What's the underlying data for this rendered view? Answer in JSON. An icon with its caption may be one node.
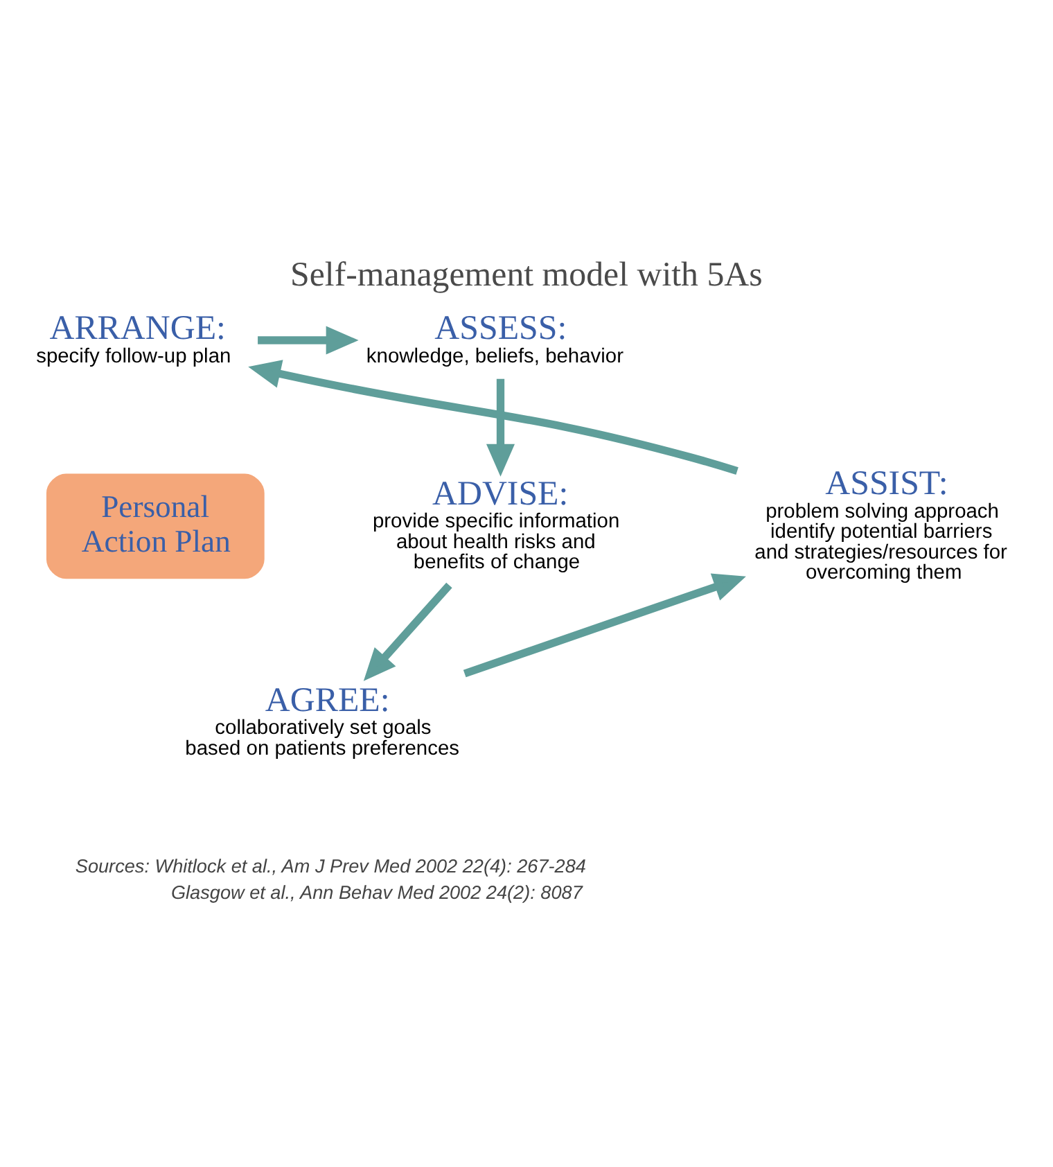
{
  "diagram": {
    "title": "Self-management model with 5As",
    "nodes": [
      {
        "text": [
          "Personal Action Plan"
        ]
      },
      {
        "text": [
          "ARRANGE:",
          "specify follow-up plan"
        ]
      },
      {
        "text": [
          "ASSESS:",
          "knowledge, beliefs, behavior"
        ]
      },
      {
        "text": [
          "ADVISE:",
          "provide specific information about health risks and benefits of change"
        ]
      },
      {
        "text": [
          "AGREE:",
          "collaboratively set goals based on patients preferences"
        ]
      },
      {
        "text": [
          "ASSIST:",
          "problem solving approach identify potential barriers and strategies/resources for overcoming them"
        ]
      }
    ],
    "edges": [
      {
        "from": 1,
        "to": 2,
        "arrow": "to"
      },
      {
        "from": 2,
        "to": 3,
        "arrow": "to"
      },
      {
        "from": 3,
        "to": 4,
        "arrow": "to"
      },
      {
        "from": 4,
        "to": 5,
        "arrow": "to"
      },
      {
        "from": 5,
        "to": 1,
        "arrow": "to"
      }
    ],
    "labels": [
      "Sources: Whitlock et al., Am J Prev Med 2002 22(4): 267-284",
      "Glasgow et al., Ann Behav Med 2002 24(2): 8087"
    ]
  }
}
